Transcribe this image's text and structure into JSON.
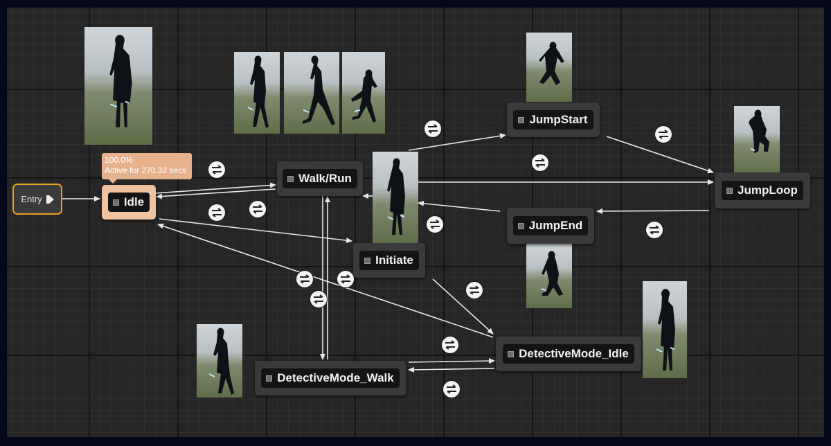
{
  "entry": {
    "label": "Entry"
  },
  "tooltip": {
    "line1": "100.0%",
    "line2": "Active for 270.32 secs"
  },
  "states": {
    "idle": "Idle",
    "walk_run": "Walk/Run",
    "initiate": "Initiate",
    "jump_start": "JumpStart",
    "jump_loop": "JumpLoop",
    "jump_end": "JumpEnd",
    "detective_walk": "DetectiveMode_Walk",
    "detective_idle": "DetectiveMode_Idle"
  },
  "colors": {
    "active_state": "#f0c3a0",
    "entry_border": "#e8a020",
    "wire": "#e8e8e8"
  },
  "icons": {
    "state": "state-square-icon",
    "transition": "transition-rule-icon",
    "entry_pin": "exec-pin-icon"
  }
}
